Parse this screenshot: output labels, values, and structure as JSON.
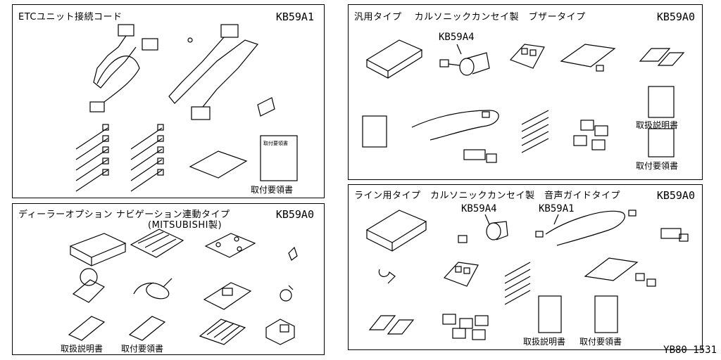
{
  "panels": {
    "etc": {
      "title": "ETCユニット接続コード",
      "code": "KB59A1",
      "install_label": "取付要領書",
      "sheet_text": "取付要領書"
    },
    "dealer": {
      "title": "ディーラーオプション ナビゲーション連動タイプ",
      "subtitle": "(MITSUBISHI製)",
      "code": "KB59A0",
      "manual_label": "取扱説明書",
      "install_label": "取付要領書"
    },
    "general": {
      "title": "汎用タイプ　 カルソニックカンセイ製　ブザータイプ",
      "code": "KB59A0",
      "callout": "KB59A4",
      "manual_label": "取扱説明書",
      "install_label": "取付要領書"
    },
    "line": {
      "title": "ライン用タイプ　カルソニックカンセイ製　音声ガイドタイプ",
      "code": "KB59A0",
      "callout1": "KB59A4",
      "callout2": "KB59A1",
      "manual_label": "取扱説明書",
      "install_label": "取付要領書"
    }
  },
  "figure_id": "YB80 1531"
}
